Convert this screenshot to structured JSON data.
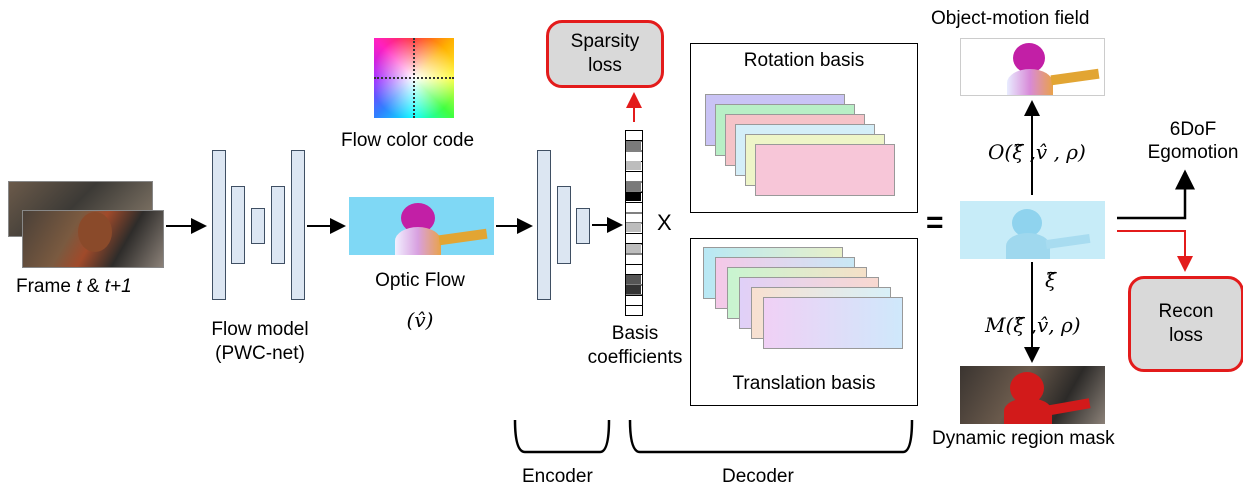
{
  "frame": {
    "label_pre": "Frame ",
    "t": "t",
    "amp": " & ",
    "t1": "t+1"
  },
  "flow_model": {
    "line1": "Flow model",
    "line2": "(PWC-net)"
  },
  "flow_color_code": "Flow color code",
  "optic_flow": {
    "label": "Optic Flow",
    "symbol": "(v̂)"
  },
  "basis_coefficients": {
    "line1": "Basis",
    "line2": "coefficients"
  },
  "sparsity_loss": {
    "line1": "Sparsity",
    "line2": "loss"
  },
  "rotation_basis": "Rotation basis",
  "translation_basis": "Translation basis",
  "multiply_sign": "X",
  "equals_sign": "=",
  "object_motion_field": "Object-motion field",
  "object_fn": "O(ξ̃ ,v̂ , ρ)",
  "mask_fn": "M(ξ̃ ,v̂, ρ)",
  "xi_symbol": "ξ̃",
  "egomotion": {
    "line1": "6DoF",
    "line2": "Egomotion"
  },
  "recon_loss": {
    "line1": "Recon",
    "line2": "loss"
  },
  "dynamic_region_mask": "Dynamic region mask",
  "encoder": "Encoder",
  "decoder": "Decoder",
  "colors": {
    "loss_border": "#e31b1b",
    "loss_fill": "#d9d9d9",
    "bar_fill": "#dce6f2",
    "flow_bg": "#7fd8f5",
    "flow_blob": "#c21fa6"
  }
}
